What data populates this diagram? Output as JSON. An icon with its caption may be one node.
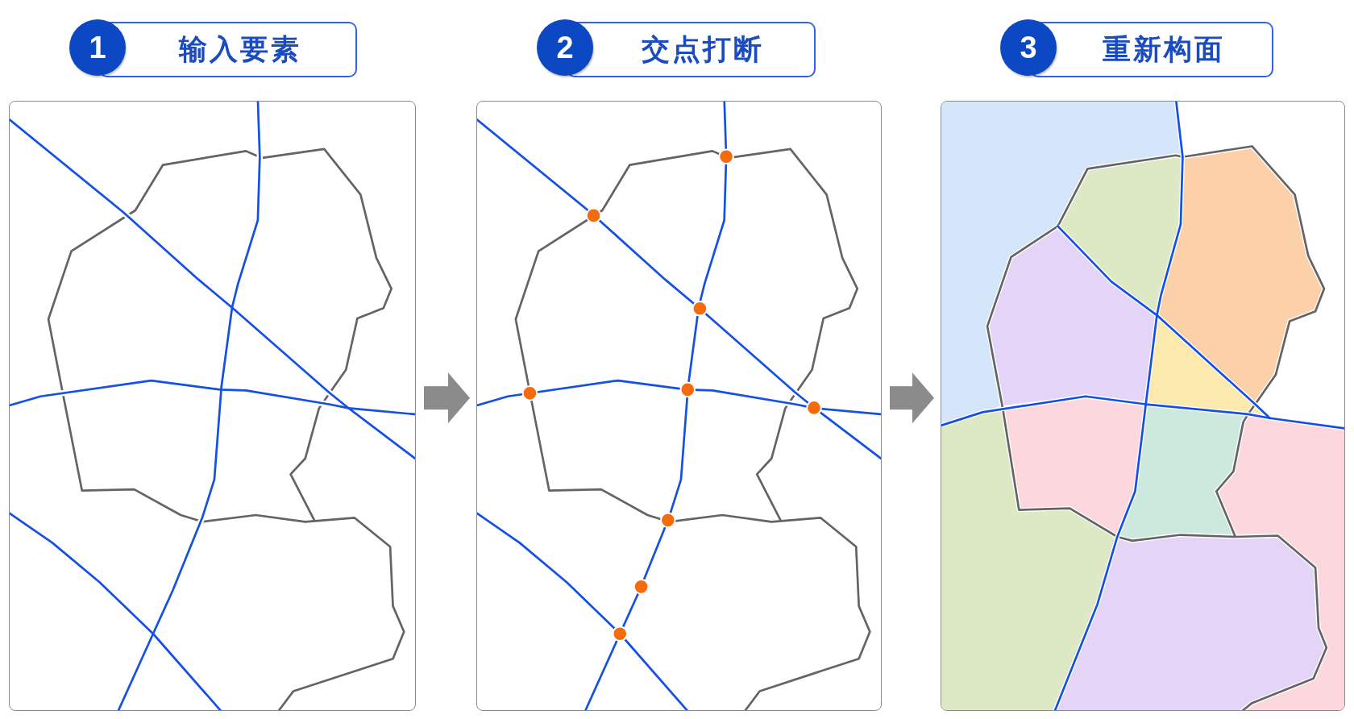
{
  "diagram": {
    "nodes": [
      {
        "text": [
          "1"
        ]
      },
      {
        "text": [
          "输入要素"
        ]
      },
      {
        "text": [
          "2"
        ]
      },
      {
        "text": [
          "交点打断"
        ]
      },
      {
        "text": [
          "3"
        ]
      },
      {
        "text": [
          "重新构面"
        ]
      },
      {
        "text": [],
        "shape": "picture"
      },
      {
        "text": [],
        "shape": "picture"
      },
      {
        "text": [],
        "shape": "picture"
      }
    ],
    "edges": [
      {
        "from": 6,
        "to": 7,
        "arrow": "to"
      },
      {
        "from": 7,
        "to": 8,
        "arrow": "to"
      }
    ]
  }
}
